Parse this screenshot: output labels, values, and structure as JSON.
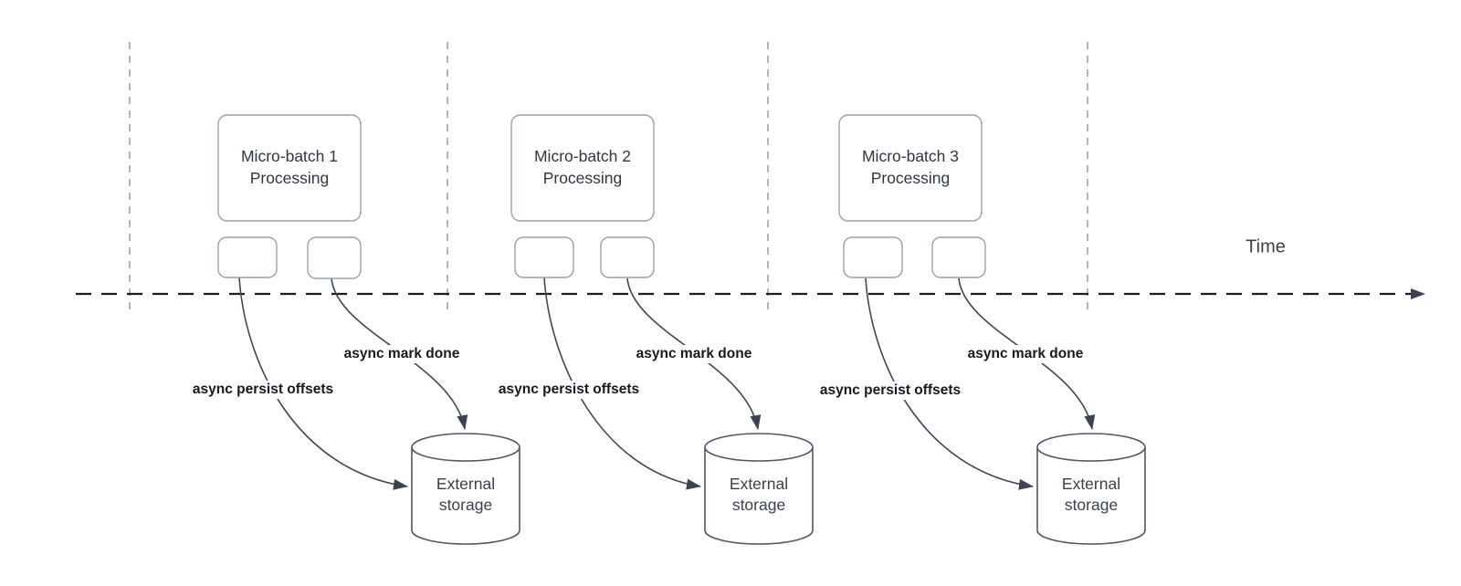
{
  "diagram": {
    "time_axis_label": "Time",
    "batches": [
      {
        "title_line1": "Micro-batch 1",
        "title_line2": "Processing",
        "persist_label": "async persist offsets",
        "done_label": "async mark done",
        "storage_line1": "External",
        "storage_line2": "storage"
      },
      {
        "title_line1": "Micro-batch 2",
        "title_line2": "Processing",
        "persist_label": "async persist offsets",
        "done_label": "async mark done",
        "storage_line1": "External",
        "storage_line2": "storage"
      },
      {
        "title_line1": "Micro-batch 3",
        "title_line2": "Processing",
        "persist_label": "async persist offsets",
        "done_label": "async mark done",
        "storage_line1": "External",
        "storage_line2": "storage"
      }
    ],
    "colors": {
      "background": "#ffffff",
      "box_border": "#99a0aa",
      "box_text": "#2f3542",
      "cylinder_border": "#4f5766",
      "arrow_stroke": "#3f4656",
      "arrowhead_fill": "#3c4353",
      "timeline_stroke": "#1e1e22",
      "guide_line": "#b4b4b7",
      "edge_label_text": "#17191f"
    }
  }
}
